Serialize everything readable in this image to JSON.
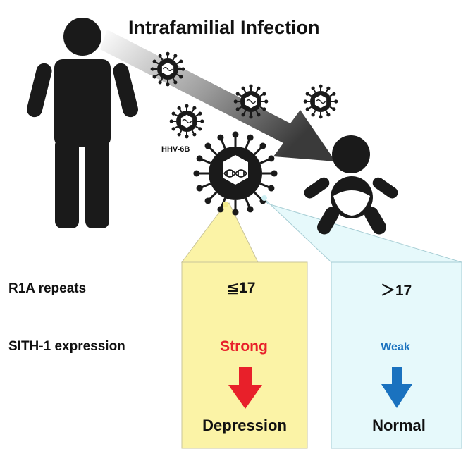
{
  "title": "Intrafamilial Infection",
  "virus_label": "HHV-6B",
  "rows": {
    "r1a_label": "R1A repeats",
    "sith_label": "SITH-1 expression"
  },
  "left_panel": {
    "repeats": "≦17",
    "expression": "Strong",
    "outcome": "Depression",
    "color": "#fbf3a6",
    "arrow_color": "#e8202a"
  },
  "right_panel": {
    "repeats": "＞17",
    "expression": "Weak",
    "outcome": "Normal",
    "color": "#e6f9fb",
    "arrow_color": "#1a72bf"
  }
}
